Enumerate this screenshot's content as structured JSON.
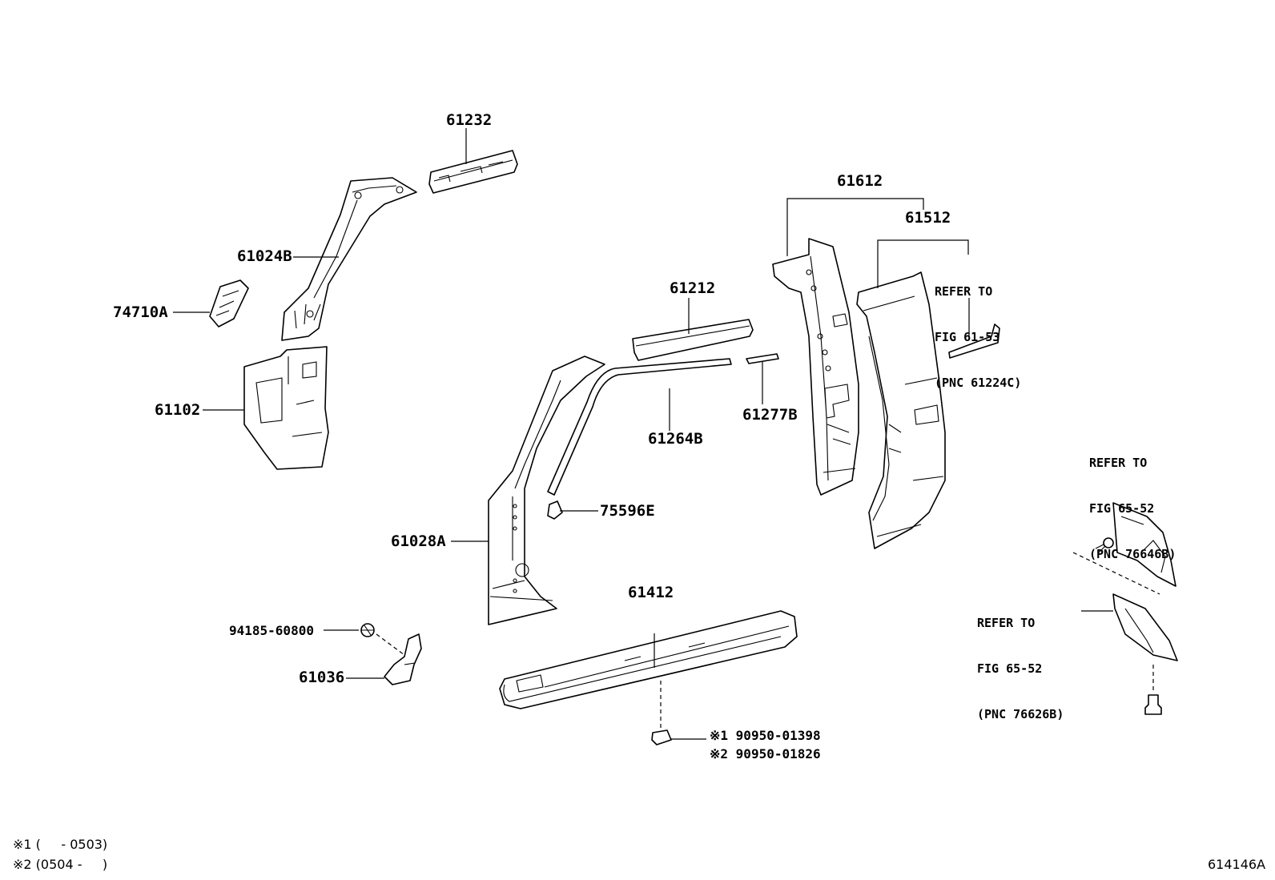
{
  "part_labels": {
    "p61232": "61232",
    "p61024b": "61024B",
    "p74710a": "74710A",
    "p61102": "61102",
    "p61612": "61612",
    "p61512": "61512",
    "p61212": "61212",
    "p61264b": "61264B",
    "p61277b": "61277B",
    "p75596e": "75596E",
    "p61028a": "61028A",
    "p61412": "61412",
    "p94185": "94185-60800",
    "p61036": "61036",
    "p90950_1": "※1 90950-01398",
    "p90950_2": "※2 90950-01826"
  },
  "references": {
    "ref1": [
      "REFER TO",
      "FIG 61-53",
      "(PNC 61224C)"
    ],
    "ref2": [
      "REFER TO",
      "FIG 65-52",
      "(PNC 76646B)"
    ],
    "ref3": [
      "REFER TO",
      "FIG 65-52",
      "(PNC 76626B)"
    ]
  },
  "footnotes": {
    "note1": "※1 (     - 0503)",
    "note2": "※2 (0504 -     )"
  },
  "diagram_id": "614146A"
}
